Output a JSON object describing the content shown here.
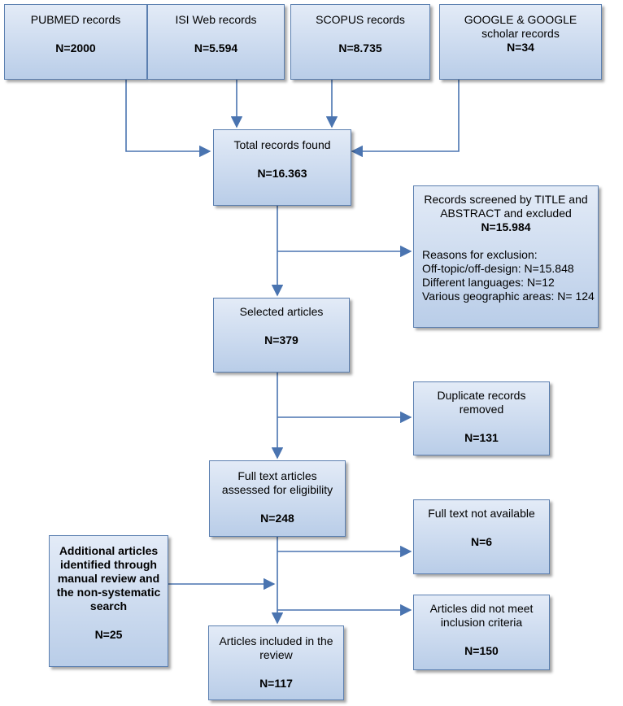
{
  "sources": [
    {
      "title": "PUBMED records",
      "n": "N=2000"
    },
    {
      "title": "ISI Web records",
      "n": "N=5.594"
    },
    {
      "title": "SCOPUS records",
      "n": "N=8.735"
    },
    {
      "title": "GOOGLE & GOOGLE scholar records",
      "n": "N=34"
    }
  ],
  "total": {
    "title": "Total records found",
    "n": "N=16.363"
  },
  "screened": {
    "title": "Records screened by TITLE and ABSTRACT and excluded",
    "n": "N=15.984",
    "reasons_heading": "Reasons for exclusion:",
    "reasons": [
      "Off-topic/off-design: N=15.848",
      "Different languages: N=12",
      "Various geographic areas: N= 124"
    ]
  },
  "selected": {
    "title": "Selected articles",
    "n": "N=379"
  },
  "duplicates": {
    "title": "Duplicate records removed",
    "n": "N=131"
  },
  "fulltext": {
    "title": "Full text articles assessed for eligibility",
    "n": "N=248"
  },
  "not_available": {
    "title": "Full text not available",
    "n": "N=6"
  },
  "additional": {
    "title": "Additional articles identified through manual review and the non-systematic search",
    "n": "N=25"
  },
  "not_criteria": {
    "title": "Articles did not meet inclusion criteria",
    "n": "N=150"
  },
  "included": {
    "title": "Articles included in the review",
    "n": "N=117"
  }
}
